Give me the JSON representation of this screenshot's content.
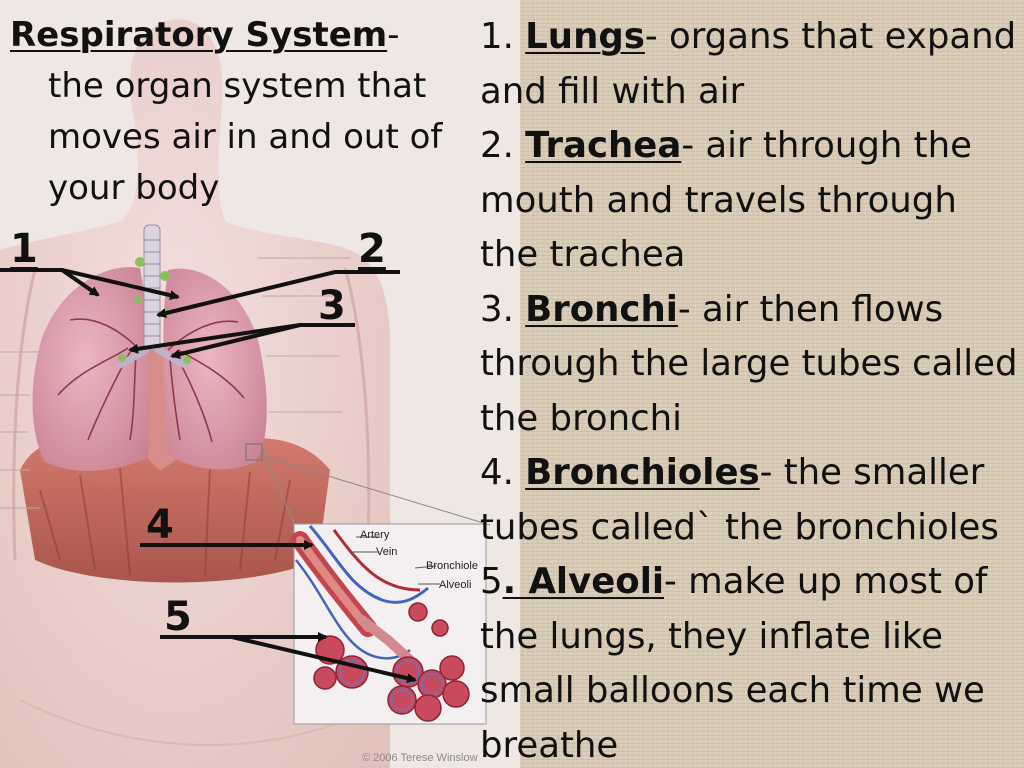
{
  "title": {
    "term": "Respiratory System",
    "dash": "-",
    "definition": "the organ system that moves air in and out of your body"
  },
  "parts": [
    {
      "num": "1.",
      "term": "Lungs",
      "desc": "- organs that expand and fill with air"
    },
    {
      "num": "2.",
      "term": "Trachea",
      "desc": "- air through the mouth and travels through the trachea"
    },
    {
      "num": "3.",
      "term": "Bronchi",
      "desc": "- air then flows through the large tubes called the bronchi"
    },
    {
      "num": "4.",
      "term": "Bronchioles",
      "desc": "-  the smaller tubes called` the bronchioles"
    },
    {
      "num": "5",
      "term": ". Alveoli",
      "desc": "- make up most of the lungs, they inflate like small balloons each time we breathe"
    }
  ],
  "markers": [
    "1",
    "2",
    "3",
    "4",
    "5"
  ],
  "inset_labels": {
    "artery": "Artery",
    "vein": "Vein",
    "bronchiole": "Bronchiole",
    "alveoli": "Alveoli"
  },
  "credit": "© 2006 Terese Winslow",
  "colors": {
    "skin": "#ead2cd",
    "lung": "#d99ca9",
    "diaphragm": "#b7554a",
    "artery": "#b32b38",
    "vein": "#3f66c0",
    "text": "#111111",
    "texture": "#d8cab5"
  }
}
